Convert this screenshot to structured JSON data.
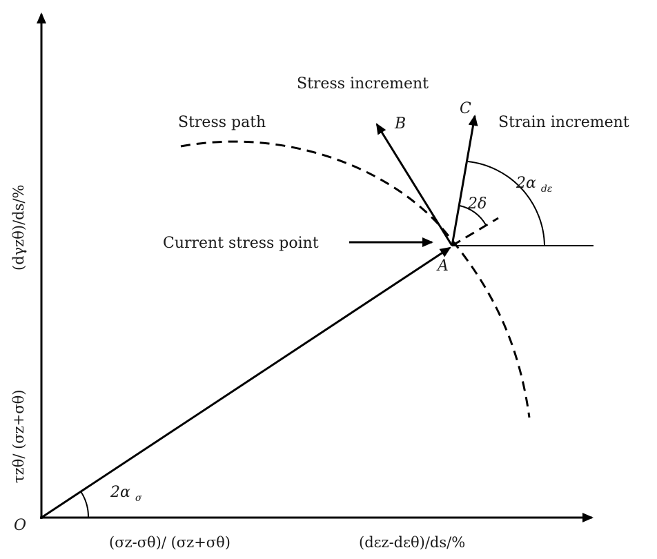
{
  "labels": {
    "stress_increment": "Stress increment",
    "strain_increment": "Strain increment",
    "stress_path": "Stress path",
    "current_stress_point": "Current stress point",
    "point_b": "B",
    "point_c": "C",
    "point_a": "A",
    "origin": "O",
    "angle_delta": "2δ",
    "angle_alpha_de": "2α",
    "angle_alpha_de_sub": "dε",
    "angle_alpha_sigma": "2α",
    "angle_alpha_sigma_sub": "σ"
  },
  "axes": {
    "x_label_stress": "(σz-σθ)/ (σz+σθ)",
    "x_label_strain": "(dεz-dεθ)/ds/%",
    "y_label_stress": "τzθ/ (σz+σθ)",
    "y_label_strain": "(dγzθ)/ds/%"
  }
}
